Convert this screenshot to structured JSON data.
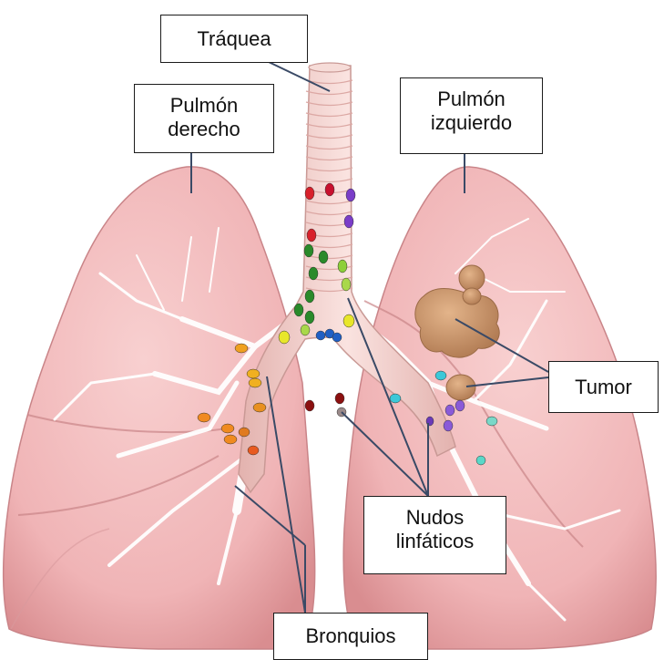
{
  "labels": {
    "trachea": "Tráquea",
    "right_lung_line1": "Pulmón",
    "right_lung_line2": "derecho",
    "left_lung_line1": "Pulmón",
    "left_lung_line2": "izquierdo",
    "tumor": "Tumor",
    "lymph_nodes_line1": "Nudos",
    "lymph_nodes_line2": "linfáticos",
    "bronchi": "Bronquios"
  },
  "colors": {
    "lung_fill": "#f2b8b8",
    "lung_shadow": "#d98d90",
    "trachea": "#f4d2cf",
    "tumor": "#c8926a",
    "leader_line": "#3a4a66"
  }
}
